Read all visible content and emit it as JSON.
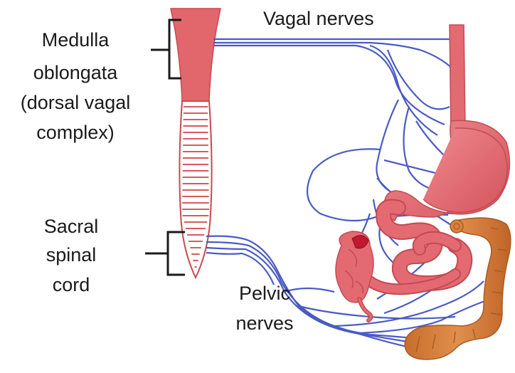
{
  "labels": {
    "vagal_nerves": "Vagal nerves",
    "medulla_line1": "Medulla",
    "medulla_line2": "oblongata",
    "medulla_line3": "(dorsal vagal",
    "medulla_line4": "complex)",
    "sacral_line1": "Sacral",
    "sacral_line2": "spinal",
    "sacral_line3": "cord",
    "pelvic_line1": "Pelvic",
    "pelvic_line2": "nerves"
  },
  "colors": {
    "medulla": "#e2676d",
    "medulla_dark": "#c9484f",
    "nerve": "#4a5bc4",
    "gut": "#e46a72",
    "gut_dark": "#c24a52",
    "colon": "#d9823f",
    "colon_dark": "#a85a22",
    "bracket": "#1a1a1a"
  }
}
